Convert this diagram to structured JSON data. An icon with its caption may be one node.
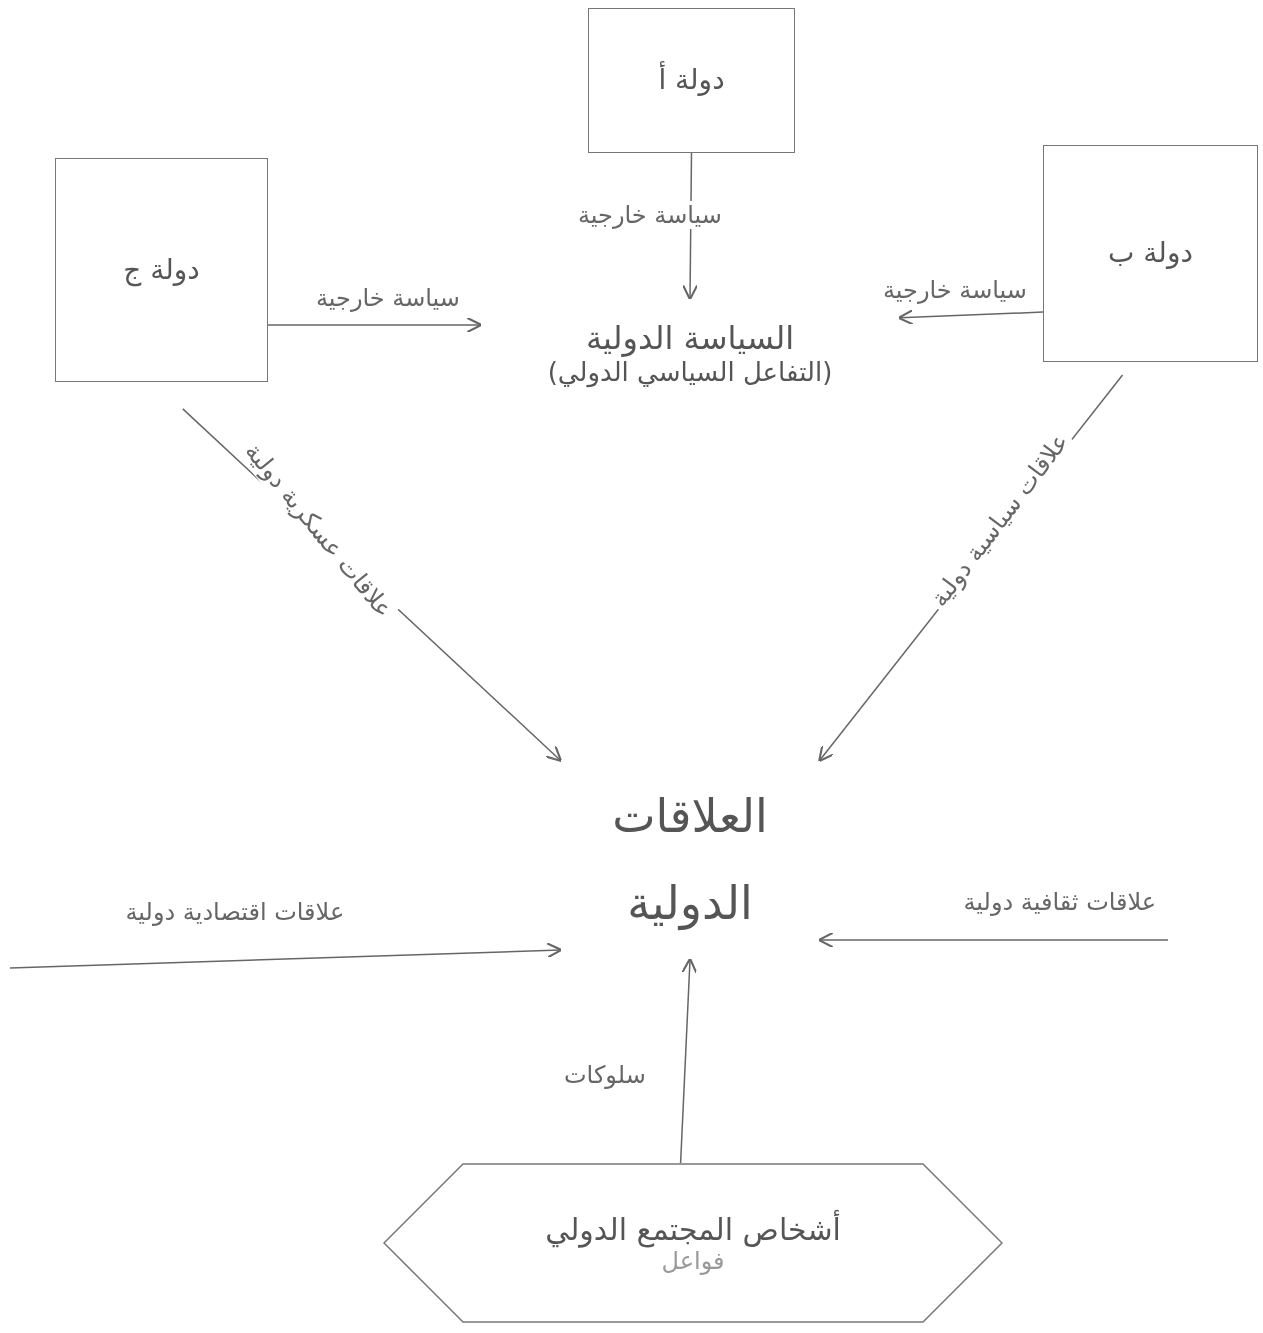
{
  "diagram": {
    "nodes": [
      {
        "text": [
          "دولة أ"
        ]
      },
      {
        "text": [
          "دولة ج"
        ]
      },
      {
        "text": [
          "دولة ب"
        ]
      },
      {
        "text": [
          "السياسة الدولية",
          "(التفاعل السياسي الدولي)"
        ]
      },
      {
        "text": [
          "العلاقات الدولية"
        ]
      },
      {
        "text": [
          "أشخاص المجتمع الدولي",
          "فواعل"
        ]
      }
    ],
    "edges": [
      {
        "from": 0,
        "to": 3,
        "arrow": "to",
        "label": "سياسة خارجية"
      },
      {
        "from": 1,
        "to": 3,
        "arrow": "to",
        "label": "سياسة خارجية"
      },
      {
        "from": 2,
        "to": 3,
        "arrow": "to",
        "label": "سياسة خارجية"
      },
      {
        "from": 1,
        "to": 4,
        "arrow": "to",
        "label": "علاقات عسكرية دولية"
      },
      {
        "from": 2,
        "to": 4,
        "arrow": "to",
        "label": "علاقات سياسية دولية"
      },
      {
        "from": null,
        "to": 4,
        "arrow": "to",
        "label": "علاقات اقتصادية دولية"
      },
      {
        "from": null,
        "to": 4,
        "arrow": "to",
        "label": "علاقات ثقافية دولية"
      },
      {
        "from": 5,
        "to": 4,
        "arrow": "to",
        "label": "سلوكات"
      }
    ]
  }
}
